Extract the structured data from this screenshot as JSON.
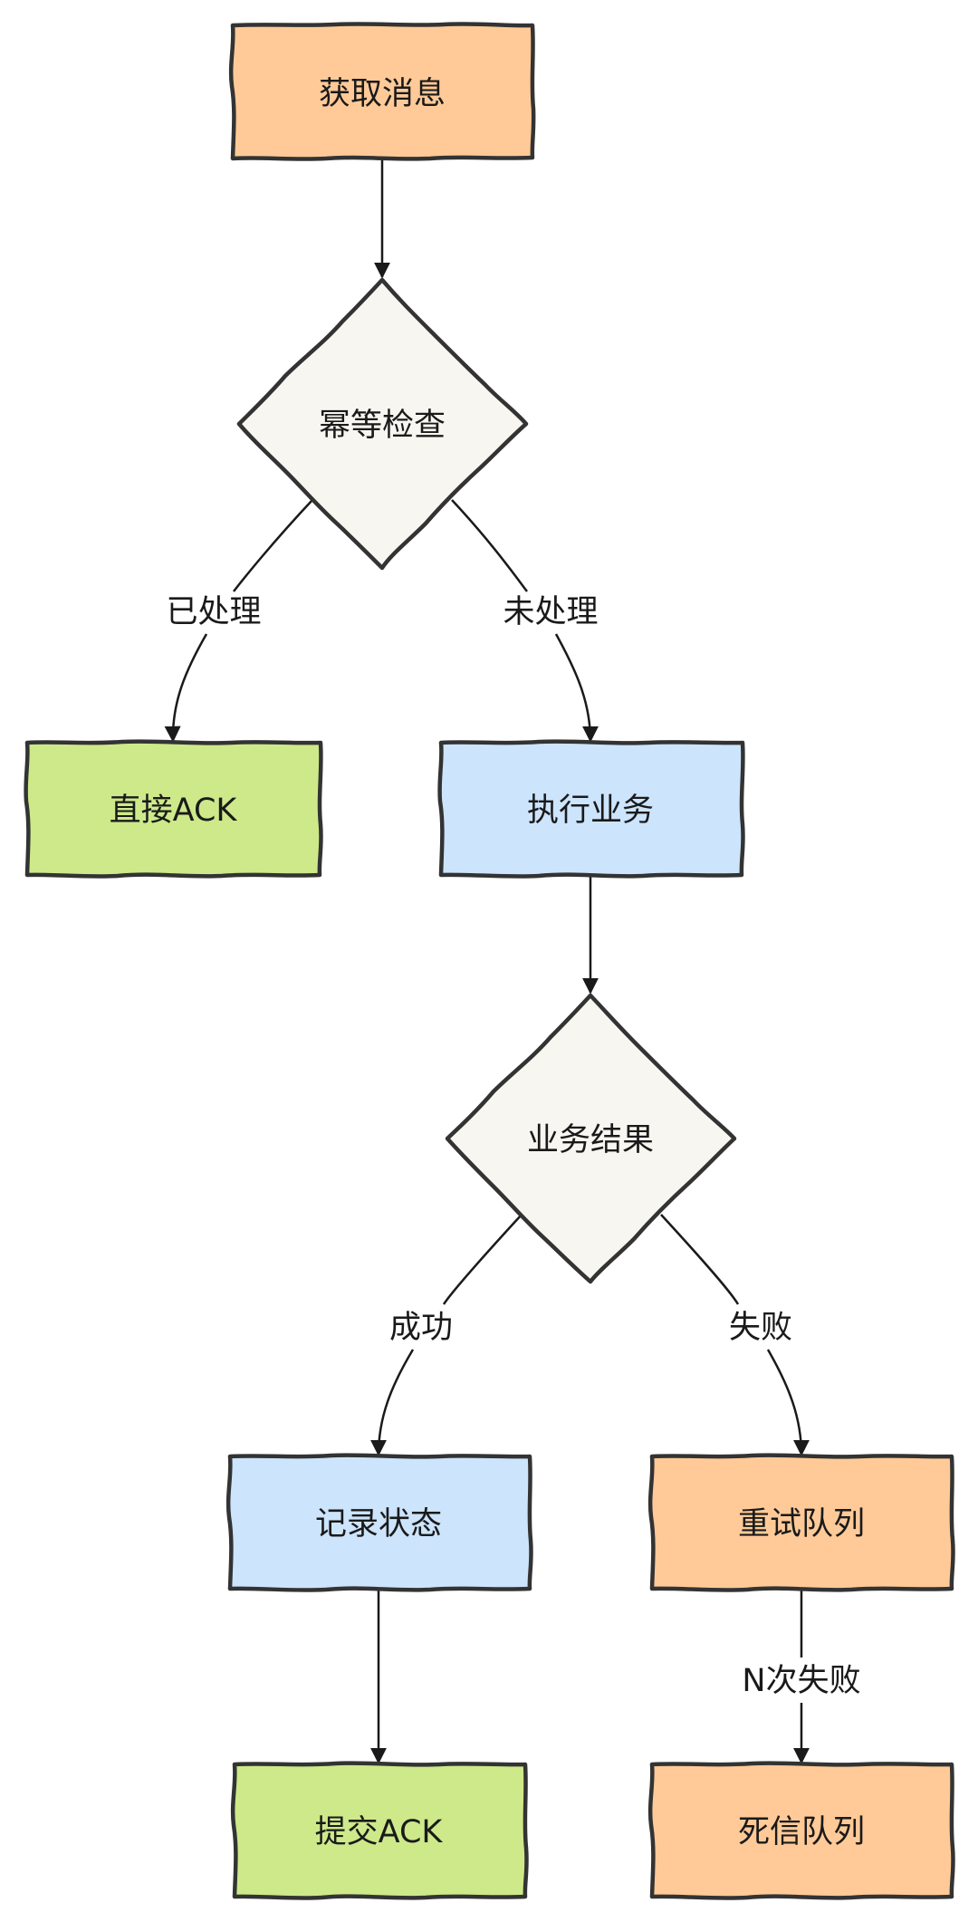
{
  "colors": {
    "orange": "#FFCA98",
    "green": "#CDE98A",
    "blue": "#CCE4FC",
    "diamond": "#F8F6F0",
    "stroke": "#333333"
  },
  "nodes": {
    "fetch": {
      "label": "获取消息",
      "color": "orange"
    },
    "idempotency_check": {
      "label": "幂等检查",
      "color": "diamond"
    },
    "direct_ack": {
      "label": "直接ACK",
      "color": "green"
    },
    "execute_business": {
      "label": "执行业务",
      "color": "blue"
    },
    "business_result": {
      "label": "业务结果",
      "color": "diamond"
    },
    "record_status": {
      "label": "记录状态",
      "color": "blue"
    },
    "retry_queue": {
      "label": "重试队列",
      "color": "orange"
    },
    "commit_ack": {
      "label": "提交ACK",
      "color": "green"
    },
    "dead_letter_queue": {
      "label": "死信队列",
      "color": "orange"
    }
  },
  "edges": {
    "processed": "已处理",
    "unprocessed": "未处理",
    "success": "成功",
    "failure": "失败",
    "n_failures": "N次失败"
  }
}
